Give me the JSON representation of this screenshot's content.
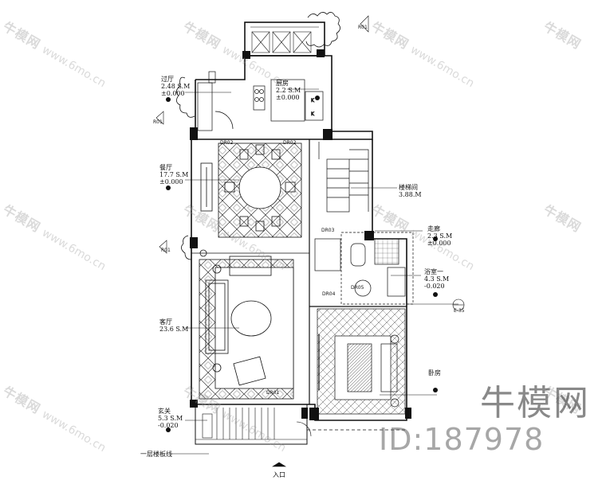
{
  "rooms": {
    "corridor": {
      "name": "过厅",
      "area": "2.48 S.M",
      "level": "±0.000"
    },
    "kitchen": {
      "name": "厨房",
      "area": "2.2 S.M",
      "level": "±0.000"
    },
    "dining": {
      "name": "餐厅",
      "area": "17.7 S.M",
      "level": "±0.000"
    },
    "stair": {
      "name": "楼梯间",
      "area": "3.88.M"
    },
    "hall": {
      "name": "走廊",
      "area": "2.3 S.M",
      "level": "±0.000"
    },
    "bath": {
      "name": "浴室一",
      "area": "4.3 S.M",
      "level": "-0.020"
    },
    "living": {
      "name": "客厅",
      "area": "23.6 S.M"
    },
    "entry": {
      "name": "玄关",
      "area": "5.3 S.M",
      "level": "-0.020"
    },
    "bed": {
      "name": "卧房"
    }
  },
  "notes": {
    "floor_line": "一层楼板线",
    "entrance": "入口"
  },
  "tags": {
    "r01_top": "R01",
    "r01_left": "R01",
    "r01_mid": "R01",
    "dr02_a": "DR02",
    "dr02_b": "DR02",
    "dr03": "DR03",
    "dr04": "DR04",
    "dr05": "DR05",
    "dr01": "DR01",
    "section": "E-35"
  },
  "watermark": {
    "cn": "牛模网",
    "url": "www.6mo.cn",
    "big": "牛模网",
    "id": "ID:187978"
  }
}
